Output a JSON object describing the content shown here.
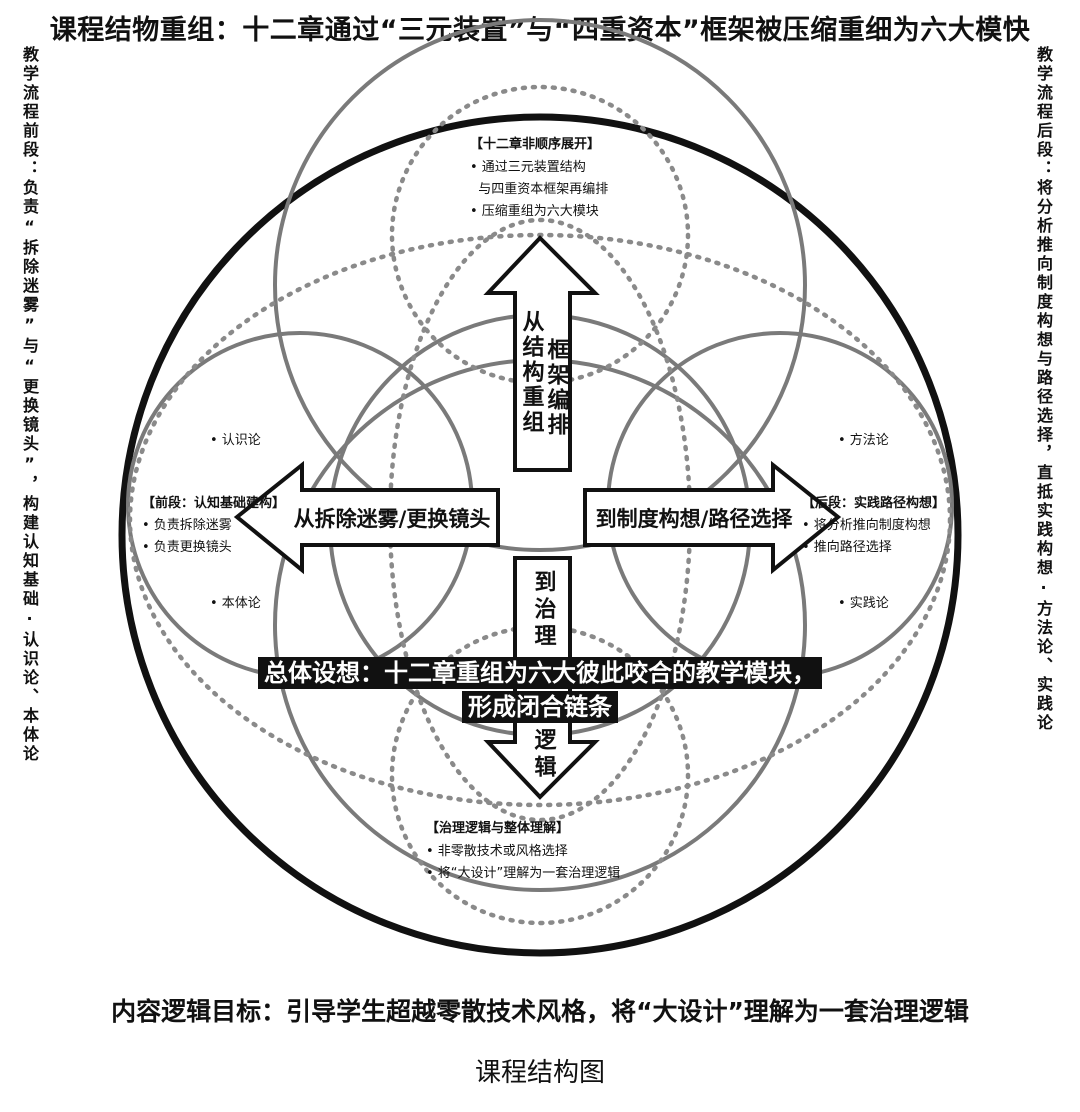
{
  "title_top": "课程结物重组：十二章通过“三元装置”与“四重资本”框架被压缩重细为六大模快",
  "title_bottom": "内容逻辑目标：引导学生超越零散技术风格，将“大设计”理解为一套治理逻辑",
  "caption": "课程结构图",
  "side_left": "教学流程前段：负责“拆除迷雾”与“更换镜头”，构建认知基础·认识论、本体论",
  "side_right": "教学流程后段：将分析推向制度构想与路径选择，直抵实践构想·方法论、实践论",
  "center_banner": {
    "line1": "总体设想：十二章重组为六大彼此咬合的教学模块，",
    "line2": "形成闭合链条"
  },
  "arrows": {
    "up": {
      "col1": "从结构重组",
      "col2": "框架编排"
    },
    "left": "从拆除迷雾/更换镜头",
    "right": "到制度构想/路径选择",
    "down": {
      "col1": "到治理",
      "col2": "逻辑"
    }
  },
  "blocks": {
    "top": {
      "title": "【十二章非顺序展开】",
      "items": [
        "• 通过三元装置结构",
        "  与四重资本框架再编排",
        "• 压缩重组为六大模块"
      ]
    },
    "left": {
      "title": "【前段：认知基础建构】",
      "items": [
        "• 负责拆除迷雾",
        "• 负责更换镜头"
      ]
    },
    "right": {
      "title": "【后段：实践路径构想】",
      "items": [
        "• 将分析推向制度构想",
        "• 推向路径选择"
      ]
    },
    "bottom": {
      "title": "【治理逻辑与整体理解】",
      "items": [
        "• 非零散技术或风格选择",
        "• 将“大设计”理解为一套治理逻辑"
      ]
    }
  },
  "labels": {
    "epistemology": "• 认识论",
    "ontology": "• 本体论",
    "methodology": "• 方法论",
    "praxeology": "• 实践论"
  },
  "colors": {
    "outline": "#111111",
    "solid_circle": "#7a7a7a",
    "dotted_circle": "#8a8a8a",
    "dots": "#1a1a1a"
  }
}
